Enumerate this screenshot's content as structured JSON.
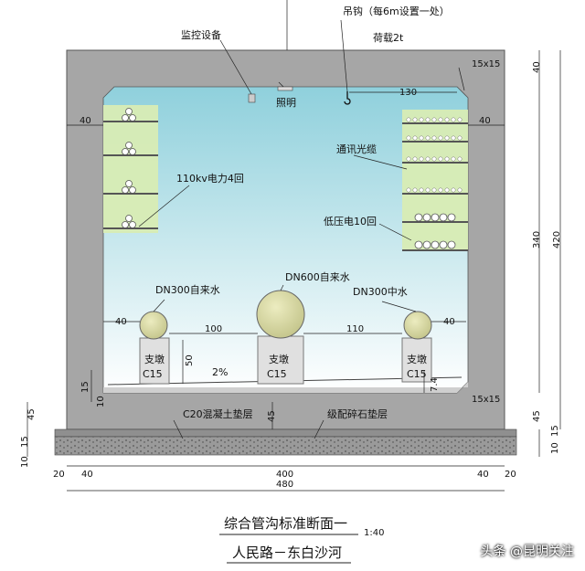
{
  "labels": {
    "hook": "吊钩（每6m设置一处）",
    "load": "荷载2t",
    "monitor": "监控设备",
    "lighting": "照明",
    "telecom": "通讯光缆",
    "power": "110kv电力4回",
    "low_voltage": "低压电10回",
    "pipe_left": "DN300自来水",
    "pipe_mid": "DN600自来水",
    "pipe_right": "DN300中水",
    "support": "支墩",
    "concrete_grade": "C15",
    "slope": "2%",
    "c20_layer": "C20混凝土垫层",
    "gravel_layer": "级配碎石垫层"
  },
  "dimensions": {
    "chamfer_top": "15x15",
    "chamfer_bottom": "15x15",
    "hook_offset": "130",
    "wall_left": "40",
    "wall_right": "40",
    "pipe_left_gap": "40",
    "pipe_right_gap": "40",
    "pipe_spacing_left": "100",
    "pipe_spacing_right": "110",
    "support_height": "50",
    "step": "7.4",
    "h_top": "40",
    "h_inner": "340",
    "h_total": "420",
    "l_15": "15",
    "l_10": "10",
    "l_45a": "45",
    "l_15b": "15",
    "l_10b": "10",
    "c_45": "45",
    "r_45": "45",
    "r_10": "10",
    "r_15": "15",
    "b_20l": "20",
    "b_40l": "40",
    "b_400": "400",
    "b_40r": "40",
    "b_20r": "20",
    "b_480": "480"
  },
  "title": {
    "main": "综合管沟标准断面一",
    "scale": "1:40",
    "sub": "人民路－东白沙河"
  },
  "watermark": "头条 @昆明关注",
  "colors": {
    "wall": "#a6a6a6",
    "interior_top": "#8fd0dc",
    "interior_bottom": "#ffffff",
    "tray": "#d8ecb4",
    "pipe": "#d2d39a",
    "support": "#e0e0e0",
    "ground": "#8a8a8a"
  }
}
